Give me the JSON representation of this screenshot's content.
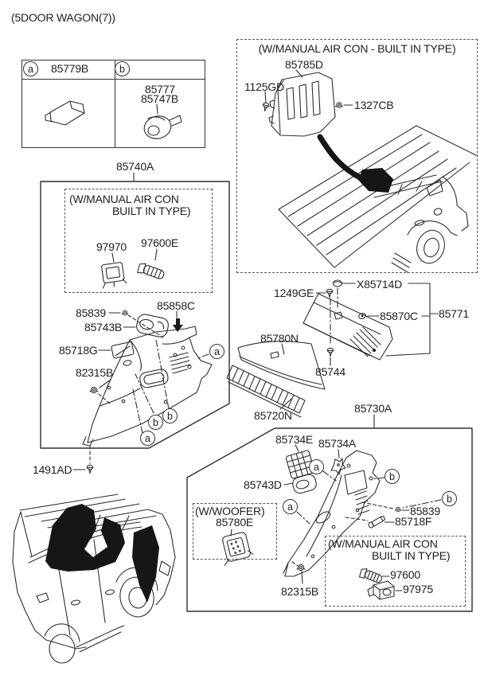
{
  "title": "(5DOOR WAGON(7))",
  "callouts": {
    "a": "a",
    "b": "b"
  },
  "legend": {
    "a_part": "85779B",
    "b_part1": "85777",
    "b_part2": "85747B"
  },
  "top_box": {
    "title": "(W/MANUAL AIR CON - BUILT IN TYPE)",
    "panel": "85785D",
    "screw": "1125GD",
    "clip": "1327CB"
  },
  "left_box": {
    "assembly": "85740A",
    "inner_title1": "(W/MANUAL AIR CON",
    "inner_title2": "BUILT IN TYPE)",
    "p97970": "97970",
    "p97600E": "97600E",
    "p85839": "85839",
    "p85743B": "85743B",
    "p85858C": "85858C",
    "p85718G": "85718G",
    "p82315B": "82315B",
    "p1491AD": "1491AD"
  },
  "center": {
    "p1249GE": "1249GE",
    "pX85714D": "X85714D",
    "p85870C": "85870C",
    "p85771": "85771",
    "p85780N": "85780N",
    "p85744": "85744",
    "p85720N": "85720N"
  },
  "right_box": {
    "assembly": "85730A",
    "p85734E": "85734E",
    "p85734A": "85734A",
    "p85743D": "85743D",
    "p85839": "85839",
    "p85718F": "85718F",
    "p82315B": "82315B",
    "woofer_title": "(W/WOOFER)",
    "woofer_part": "85780E",
    "inner_title1": "(W/MANUAL AIR CON",
    "inner_title2": "BUILT IN TYPE)",
    "p97600": "97600",
    "p97975": "97975"
  }
}
